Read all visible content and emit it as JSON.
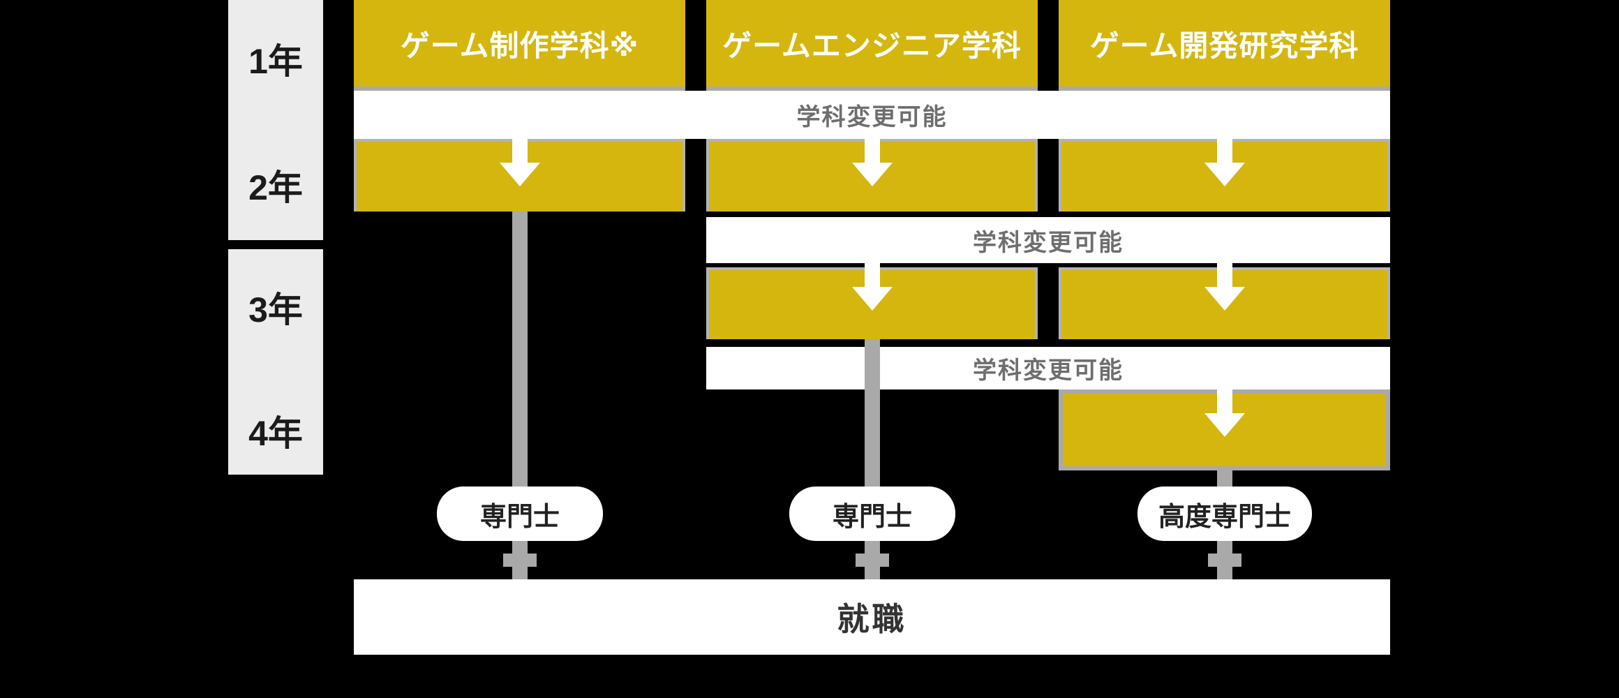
{
  "palette": {
    "background": "#000000",
    "box_yellow": "#d4b60e",
    "strip_gray": "#a9a9a9",
    "strip_light": "#b3b3b3",
    "year_panel_bg": "#ececec",
    "band_bg": "#ffffff",
    "band_text": "#6e6e6e",
    "header_text": "#ffffff",
    "year_text": "#1b1b1b",
    "badge_text": "#222222",
    "outcome_text": "#333333"
  },
  "year_axis": {
    "labels": [
      "1年",
      "2年",
      "3年",
      "4年"
    ]
  },
  "departments": [
    {
      "title": "ゲーム制作学科※",
      "credential": "専門士"
    },
    {
      "title": "ゲームエンジニア学科",
      "credential": "専門士"
    },
    {
      "title": "ゲーム開発研究学科",
      "credential": "高度専門士"
    }
  ],
  "transfer_bands": [
    {
      "label": "学科変更可能"
    },
    {
      "label": "学科変更可能"
    },
    {
      "label": "学科変更可能"
    }
  ],
  "outcome": {
    "label": "就職"
  }
}
